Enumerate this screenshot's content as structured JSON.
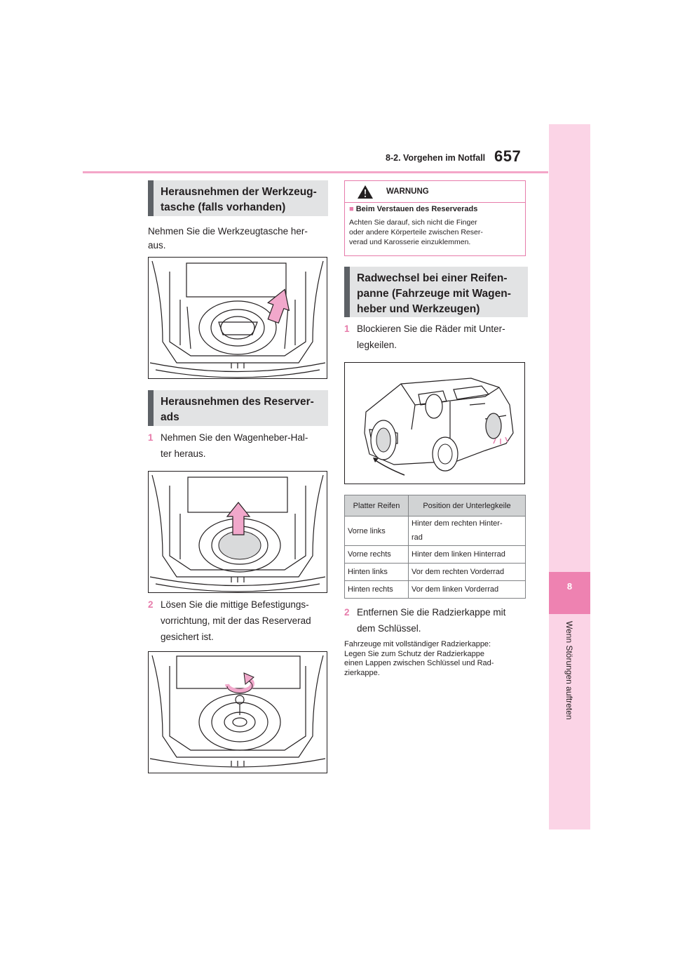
{
  "header": {
    "section": "8-2. Vorgehen im Notfall",
    "page_number": "657"
  },
  "side_tab": {
    "chapter_number": "8",
    "chapter_title": "Wenn Störungen auftreten"
  },
  "left": {
    "heading1": [
      "Herausnehmen der Werkzeug-",
      "tasche (falls vorhanden)"
    ],
    "paragraph1": [
      "Nehmen Sie die Werkzeugtasche her-",
      "aus."
    ],
    "heading2": [
      "Herausnehmen des Reserver-",
      "ads"
    ],
    "step1": {
      "num": "1",
      "lines": [
        "Nehmen Sie den Wagenheber-Hal-",
        "ter heraus."
      ]
    },
    "step2": {
      "num": "2",
      "lines": [
        "Lösen Sie die mittige Befestigungs-",
        "vorrichtung, mit der das Reserverad",
        "gesichert ist."
      ]
    }
  },
  "warning": {
    "title": "WARNUNG",
    "subtitle": "Beim Verstauen des Reserverads",
    "body": [
      "Achten Sie darauf, sich nicht die Finger",
      "oder andere Körperteile zwischen Reser-",
      "verad und Karosserie einzuklemmen."
    ]
  },
  "right": {
    "heading": [
      "Radwechsel bei einer Reifen-",
      "panne (Fahrzeuge mit Wagen-",
      "heber und Werkzeugen)"
    ],
    "step1": {
      "num": "1",
      "lines": [
        "Blockieren Sie die Räder mit Unter-",
        "legkeilen."
      ]
    },
    "table": {
      "headers": [
        "Platter Reifen",
        "Position der Unterlegkeile"
      ],
      "rows": [
        [
          "Vorne links",
          "Hinter dem rechten Hinter-",
          "rad"
        ],
        [
          "Vorne rechts",
          "Hinter dem linken Hinterrad",
          ""
        ],
        [
          "Hinten links",
          "Vor dem rechten Vorderrad",
          ""
        ],
        [
          "Hinten rechts",
          "Vor dem linken Vorderrad",
          ""
        ]
      ]
    },
    "step2": {
      "num": "2",
      "lines": [
        "Entfernen Sie die Radzierkappe mit",
        "dem Schlüssel."
      ]
    },
    "note": [
      "Fahrzeuge mit vollständiger Radzierkappe:",
      "Legen Sie zum Schutz der Radzierkappe",
      "einen Lappen zwischen Schlüssel und Rad-",
      "zierkappe."
    ]
  },
  "colors": {
    "accent_pink": "#e77cab",
    "tab_pink_light": "#fbd4e6",
    "tab_pink_dark": "#ee82b1",
    "heading_gray": "#e2e3e4",
    "heading_bar": "#5d6166",
    "arrow_fill": "#f1a8cb"
  },
  "icons": [
    "warning-triangle-icon",
    "arrow-up-icon",
    "rotate-arrow-icon",
    "wheel-chock-icon"
  ]
}
